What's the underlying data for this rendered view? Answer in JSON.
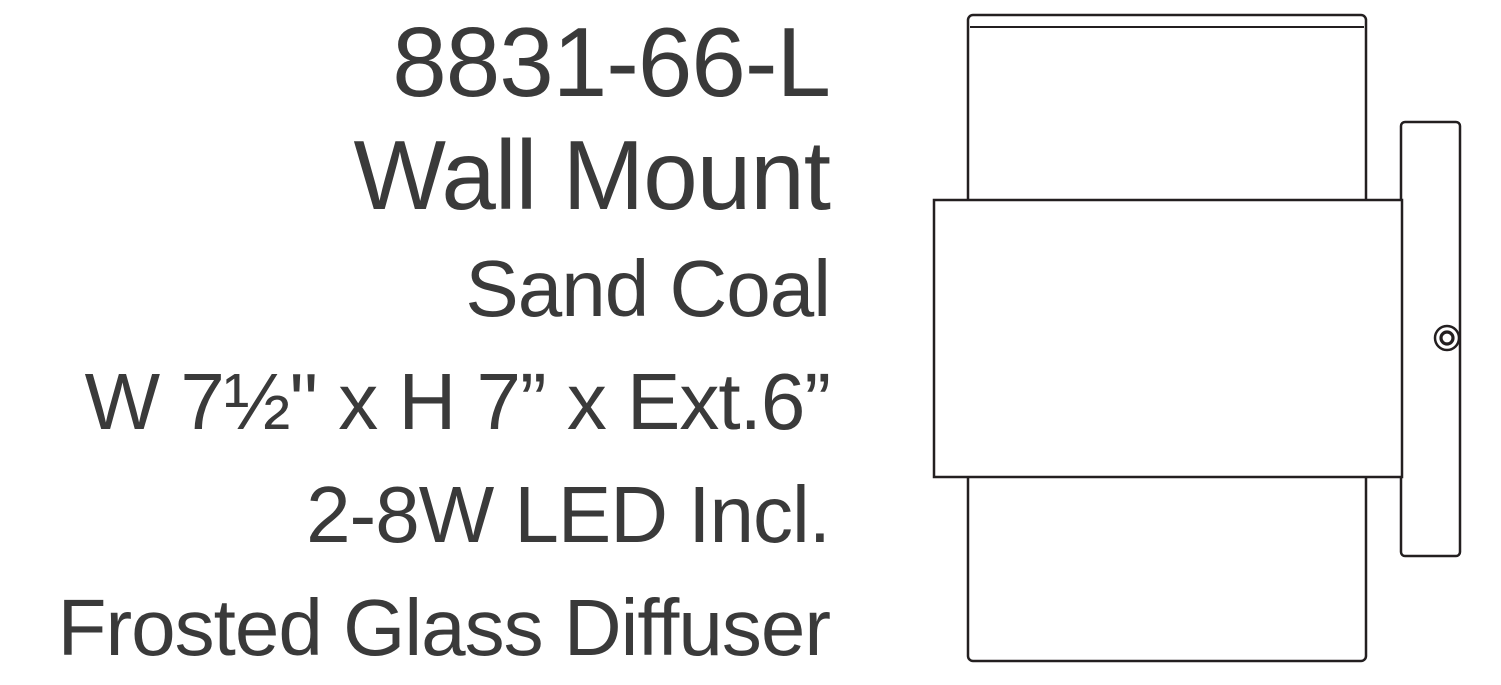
{
  "product": {
    "model": "8831-66-L",
    "type": "Wall Mount",
    "finish": "Sand Coal",
    "dimensions": "W 7½\" x H 7” x Ext.6”",
    "lamping": "2-8W LED Incl.",
    "diffuser": "Frosted Glass Diffuser"
  },
  "diagram": {
    "description": "side-view line drawing of wall mount fixture with cylindrical body, center band, wall plate and screw"
  },
  "colors": {
    "text": "#3a3a3a",
    "line": "#231f20",
    "background": "#ffffff"
  }
}
